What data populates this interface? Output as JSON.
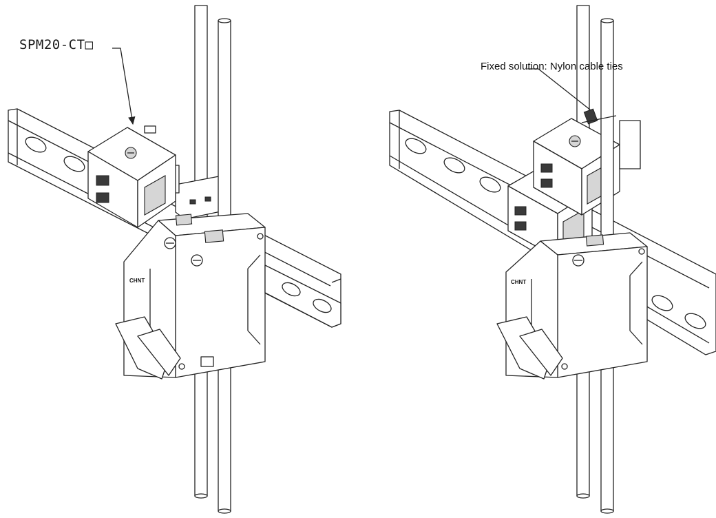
{
  "labels": {
    "left_callout": "SPM20-CT□",
    "right_callout": "Fixed solution: Nylon cable ties"
  },
  "breaker_brand": "CHNT",
  "colors": {
    "line": "#222222",
    "background": "#ffffff"
  }
}
